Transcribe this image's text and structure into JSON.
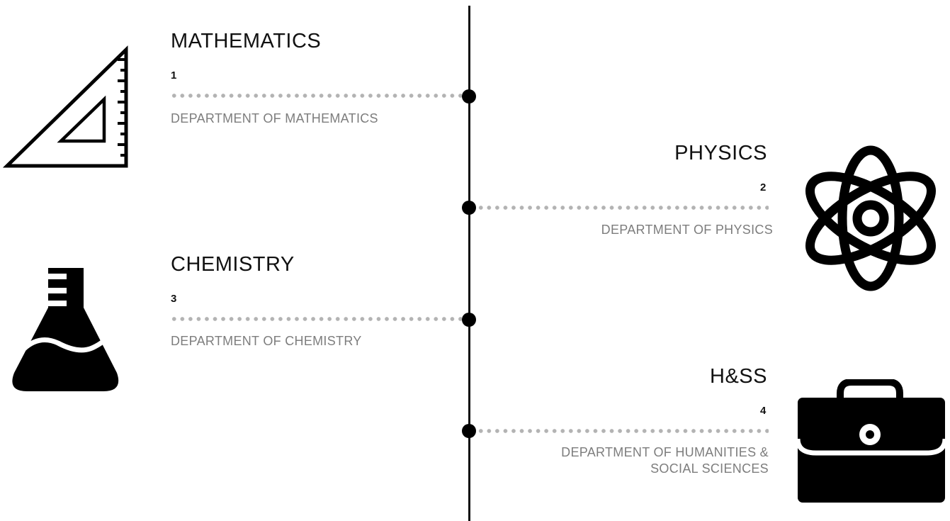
{
  "items": [
    {
      "title": "MATHEMATICS",
      "number": "1",
      "description": "DEPARTMENT OF MATHEMATICS",
      "icon": "set-square-ruler-icon",
      "side": "left"
    },
    {
      "title": "PHYSICS",
      "number": "2",
      "description": "DEPARTMENT OF PHYSICS",
      "icon": "atom-icon",
      "side": "right"
    },
    {
      "title": "CHEMISTRY",
      "number": "3",
      "description": "DEPARTMENT OF CHEMISTRY",
      "icon": "flask-icon",
      "side": "left"
    },
    {
      "title": "H&SS",
      "number": "4",
      "description_lines": [
        "DEPARTMENT OF HUMANITIES &",
        "SOCIAL SCIENCES"
      ],
      "icon": "briefcase-icon",
      "side": "right"
    }
  ],
  "colors": {
    "line": "#111111",
    "node": "#000000",
    "dots": "#b3b3b3",
    "description": "#7d7d7d",
    "icon": "#000000"
  }
}
